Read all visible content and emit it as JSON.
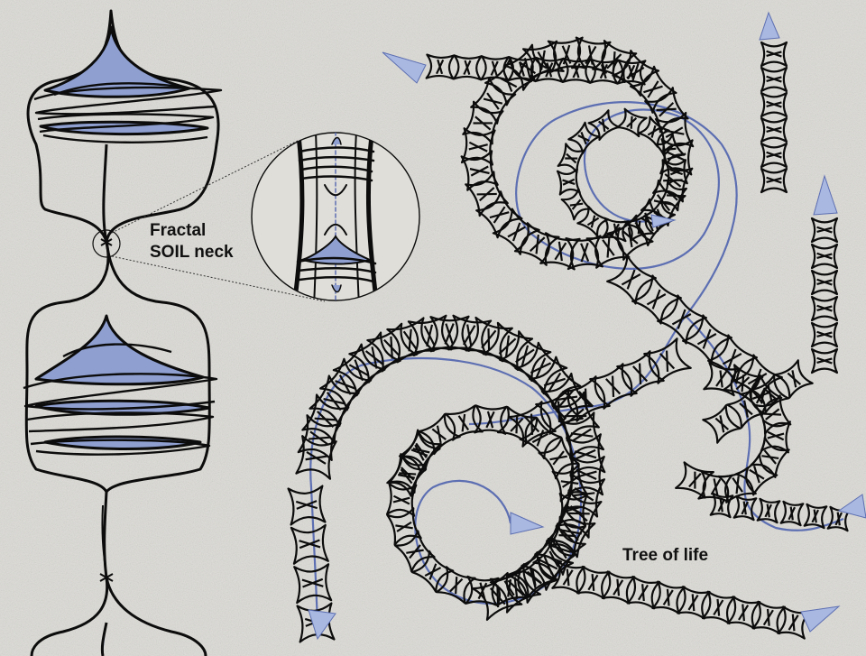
{
  "labels": {
    "fractal_line1": "Fractal",
    "fractal_line2": "SOIL neck",
    "tree": "Tree of life"
  },
  "colors": {
    "ink": "#0c0c0c",
    "fill_blue": "#8e9fd0",
    "path_blue": "#5d6fb2",
    "arrow_blue": "#a9b8e0",
    "background": "#d9d8d3"
  },
  "icons": [
    "arrowhead-icon",
    "magnifier-circle-icon"
  ]
}
